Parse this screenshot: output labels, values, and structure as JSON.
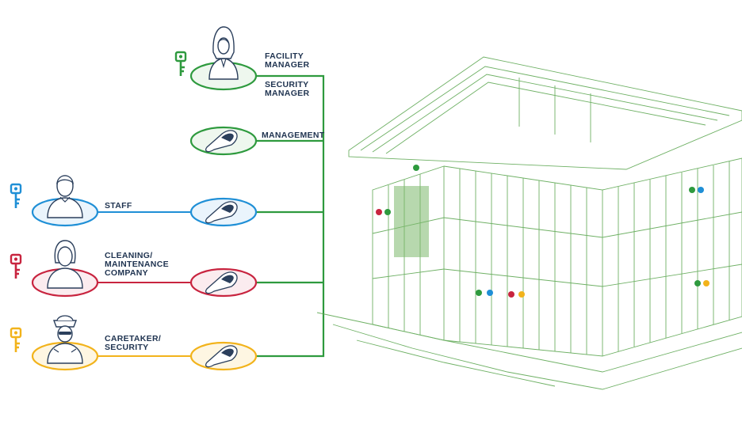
{
  "roles": [
    {
      "id": "facility-manager",
      "label": "FACILITY\nMANAGER",
      "color": "#2e9a3e"
    },
    {
      "id": "security-manager",
      "label": "SECURITY\nMANAGER",
      "color": "#2e9a3e"
    },
    {
      "id": "management",
      "label": "MANAGEMENT",
      "color": "#2e9a3e"
    },
    {
      "id": "staff",
      "label": "STAFF",
      "color": "#1f8fd6"
    },
    {
      "id": "cleaning",
      "label": "CLEANING/\nMAINTENANCE\nCOMPANY",
      "color": "#c8243f"
    },
    {
      "id": "caretaker",
      "label": "CARETAKER/\nSECURITY",
      "color": "#f2b31b"
    }
  ],
  "colors": {
    "trunk": "#2e9a3e",
    "green": "#2e9a3e",
    "blue": "#1f8fd6",
    "red": "#c8243f",
    "yellow": "#f2b31b",
    "text": "#1f3350",
    "figure": "#2b3f5c",
    "building_line": "#5fa854"
  },
  "icons": [
    "key-icon",
    "person-icon",
    "key-fob-icon",
    "building-illustration"
  ]
}
